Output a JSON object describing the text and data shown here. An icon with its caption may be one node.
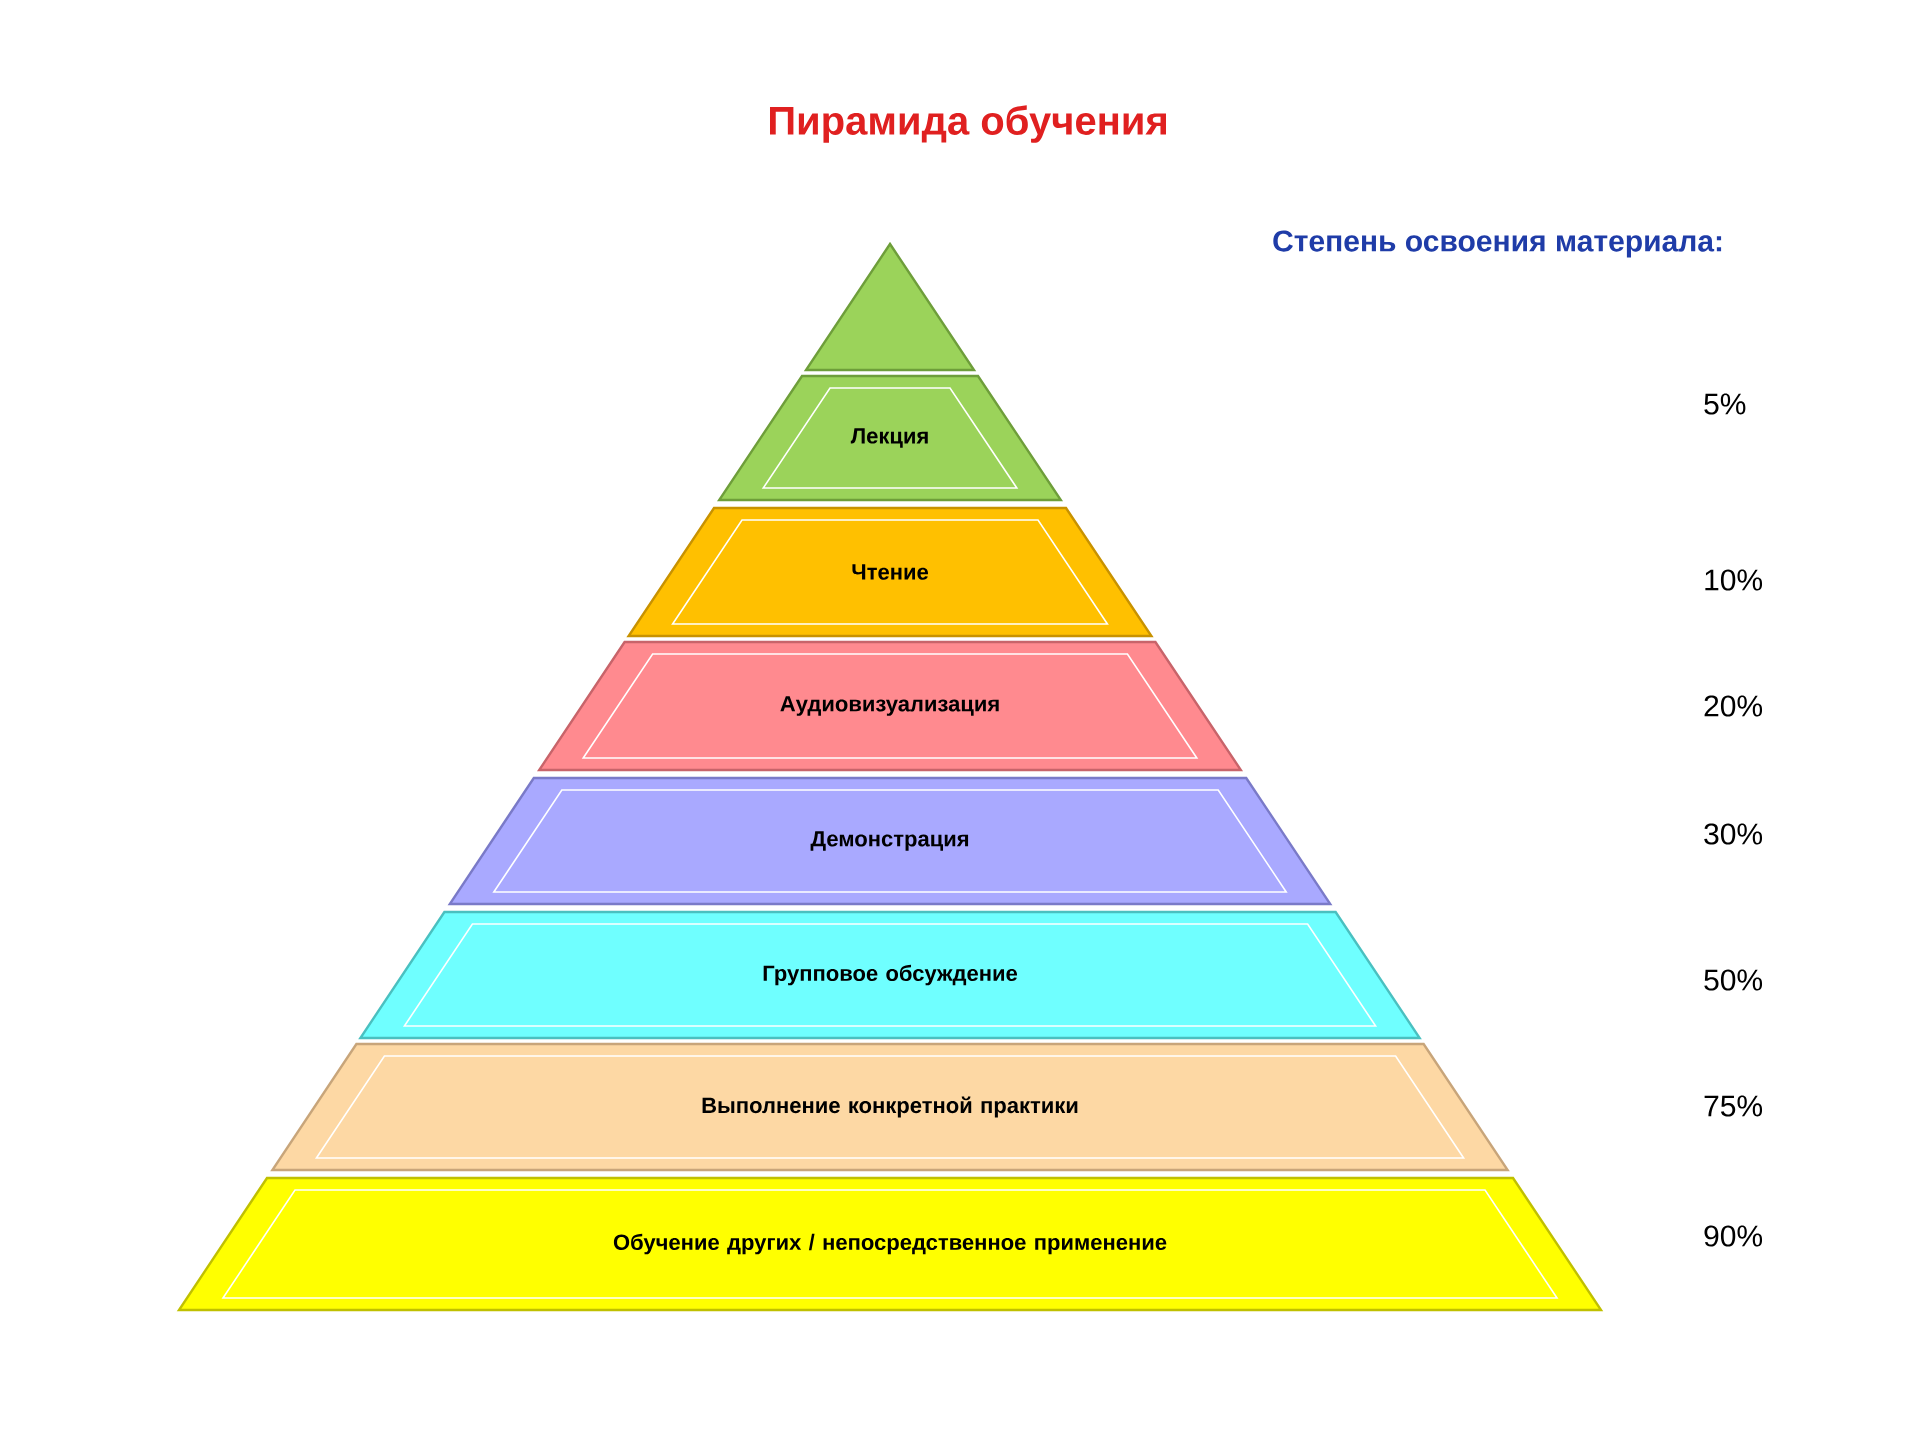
{
  "diagram": {
    "title": "Пирамида обучения",
    "nodes": [
      {
        "text": [],
        "shape": "triangle"
      },
      {
        "text": [
          "Лекция"
        ]
      },
      {
        "text": [
          "Чтение"
        ]
      },
      {
        "text": [
          "Аудиовизуализация"
        ]
      },
      {
        "text": [
          "Демонстрация"
        ]
      },
      {
        "text": [
          "Групповое обсуждение"
        ]
      },
      {
        "text": [
          "Выполнение конкретной практики"
        ]
      },
      {
        "text": [
          "Обучение других / непосредственное применение"
        ]
      }
    ],
    "labels": [
      "Степень освоения материала:",
      "5%",
      "10%",
      "20%",
      "30%",
      "50%",
      "75%",
      "90%"
    ]
  }
}
